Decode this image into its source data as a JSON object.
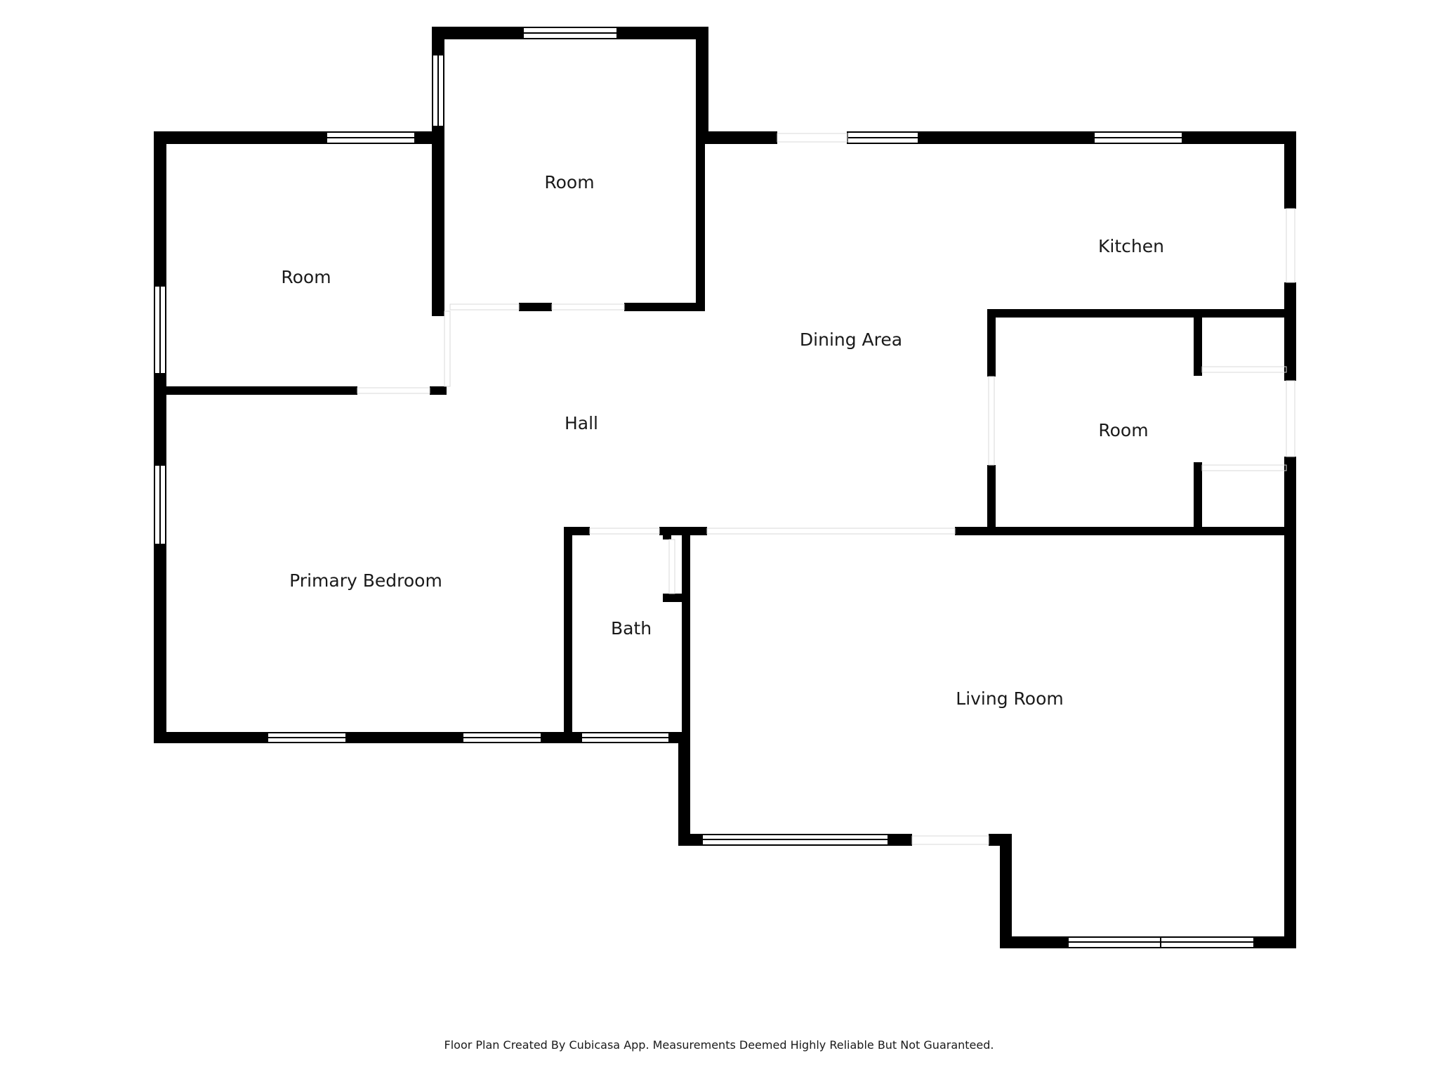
{
  "rooms": {
    "room_upper_left": "Room",
    "room_top": "Room",
    "kitchen": "Kitchen",
    "dining_area": "Dining Area",
    "hall": "Hall",
    "room_right": "Room",
    "primary_bedroom": "Primary Bedroom",
    "bath": "Bath",
    "living_room": "Living Room"
  },
  "footer": "Floor Plan Created By Cubicasa App. Measurements Deemed Highly Reliable But Not Guaranteed.",
  "colors": {
    "wall": "#000000",
    "background": "#ffffff",
    "window_frame": "#000000"
  }
}
